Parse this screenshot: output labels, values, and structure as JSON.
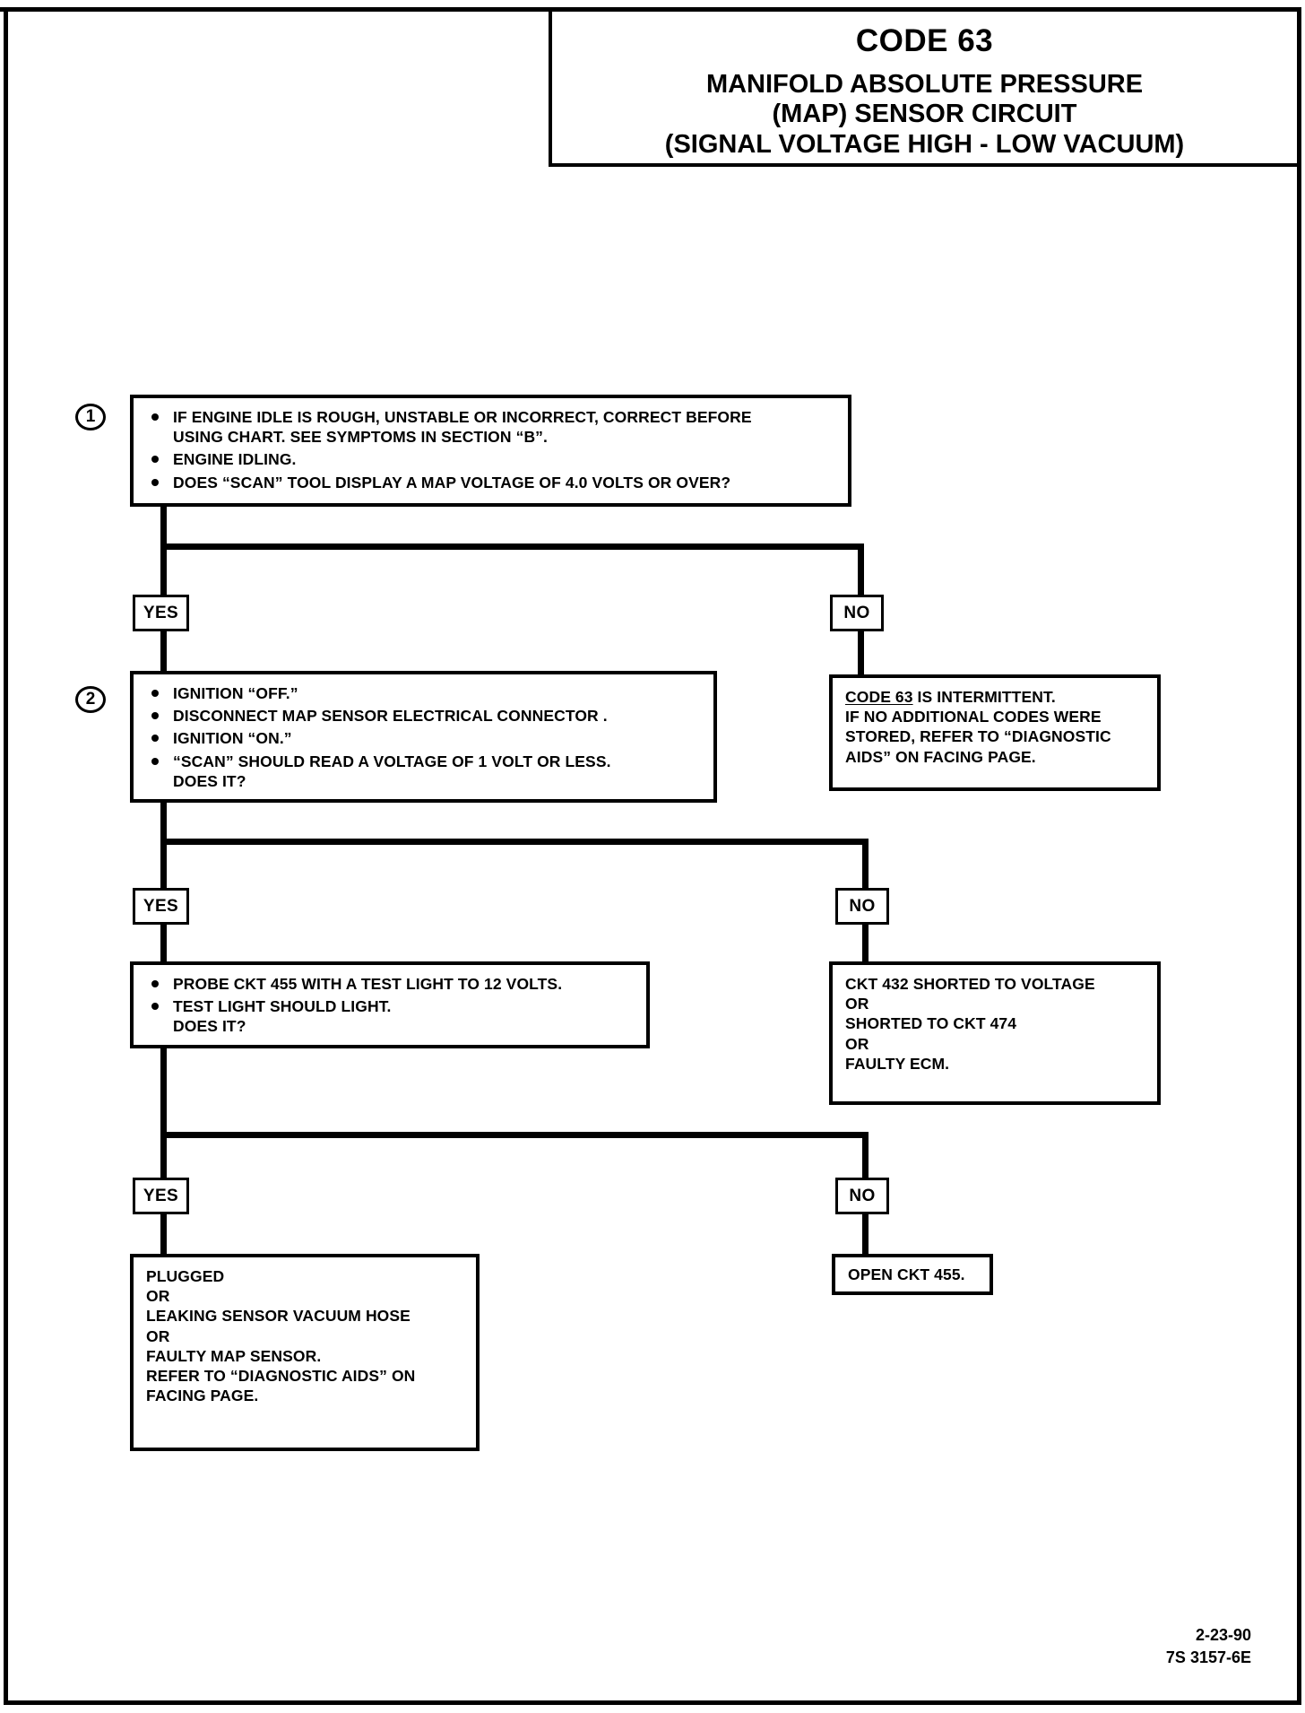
{
  "title_block": {
    "code": "CODE 63",
    "line1": "MANIFOLD ABSOLUTE PRESSURE",
    "line2": "(MAP) SENSOR CIRCUIT",
    "line3": "(SIGNAL VOLTAGE HIGH - LOW VACUUM)"
  },
  "steps": {
    "step1_number": "1",
    "step2_number": "2"
  },
  "box1": {
    "bullet1_line1": "IF ENGINE IDLE IS ROUGH, UNSTABLE OR INCORRECT, CORRECT BEFORE",
    "bullet1_line2": "USING CHART.  SEE SYMPTOMS IN SECTION “B”.",
    "bullet2": "ENGINE IDLING.",
    "bullet3": "DOES “SCAN” TOOL DISPLAY A MAP VOLTAGE OF 4.0  VOLTS OR OVER?"
  },
  "box2": {
    "bullet1": "IGNITION “OFF.”",
    "bullet2": "DISCONNECT MAP SENSOR ELECTRICAL CONNECTOR .",
    "bullet3": "IGNITION “ON.”",
    "bullet4_line1": "“SCAN” SHOULD READ  A VOLTAGE OF 1 VOLT OR LESS.",
    "bullet4_line2": "DOES IT?"
  },
  "box3": {
    "bullet1": "PROBE CKT 455 WITH A TEST LIGHT TO 12  VOLTS.",
    "bullet2_line1": "TEST LIGHT SHOULD LIGHT.",
    "bullet2_line2": "DOES IT?"
  },
  "intermittent_box": {
    "line1_underlined": "CODE 63",
    "line1_rest": " IS INTERMITTENT.",
    "line2": "IF NO ADDITIONAL CODES WERE",
    "line3": "STORED, REFER TO “DIAGNOSTIC",
    "line4": "AIDS” ON FACING PAGE."
  },
  "shorted_box": {
    "line1": "CKT 432 SHORTED TO VOLTAGE",
    "line2": "OR",
    "line3": "SHORTED TO CKT 474",
    "line4": "OR",
    "line5": "FAULTY ECM."
  },
  "open_box": {
    "line1": "OPEN CKT 455."
  },
  "plugged_box": {
    "line1": "PLUGGED",
    "line2": "OR",
    "line3": "LEAKING SENSOR  VACUUM HOSE",
    "line4": "OR",
    "line5": "FAULTY MAP SENSOR.",
    "line6": "REFER TO “DIAGNOSTIC AIDS” ON",
    "line7": "FACING PAGE."
  },
  "branches": {
    "yes1": "YES",
    "no1": "NO",
    "yes2": "YES",
    "no2": "NO",
    "yes3": "YES",
    "no3": "NO"
  },
  "footer": {
    "date": "2-23-90",
    "doc_id": "7S 3157-6E"
  },
  "colors": {
    "ink": "#000000",
    "paper": "#ffffff"
  }
}
